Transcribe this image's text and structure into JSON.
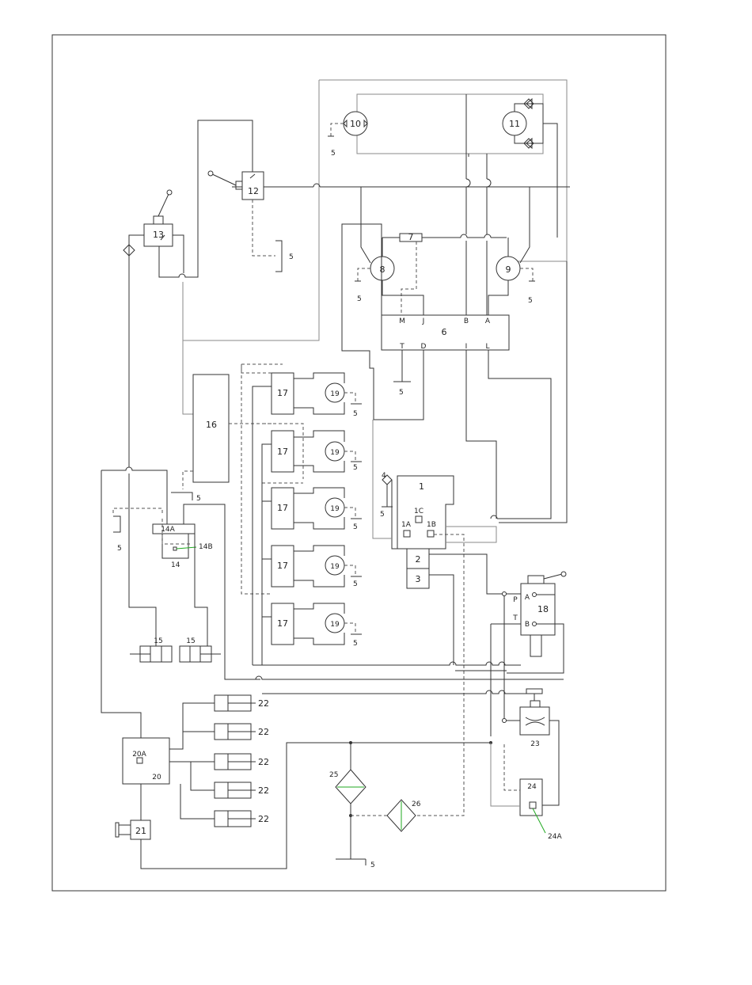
{
  "labels": {
    "c1": "1",
    "c1a": "1A",
    "c1b": "1B",
    "c1c": "1C",
    "c2": "2",
    "c3": "3",
    "c4": "4",
    "c6": "6",
    "c7": "7",
    "c8": "8",
    "c9": "9",
    "c10": "10",
    "c11": "11",
    "c12": "12",
    "c13": "13",
    "c14": "14",
    "c14a": "14A",
    "c14b": "14B",
    "c15": "15",
    "c16": "16",
    "c17": "17",
    "c18": "18",
    "c19": "19",
    "c20": "20",
    "c20a": "20A",
    "c21": "21",
    "c22": "22",
    "c23": "23",
    "c24": "24",
    "c24a": "24A",
    "c25": "25",
    "c26": "26",
    "c5": "5"
  },
  "ports": {
    "m": "M",
    "j": "J",
    "b": "B",
    "a": "A",
    "t": "T",
    "d": "D",
    "i": "I",
    "l": "L",
    "p": "P"
  },
  "colors": {
    "line": "#333333",
    "thin_line": "#8a8a8a",
    "leader": "#22aa22"
  }
}
